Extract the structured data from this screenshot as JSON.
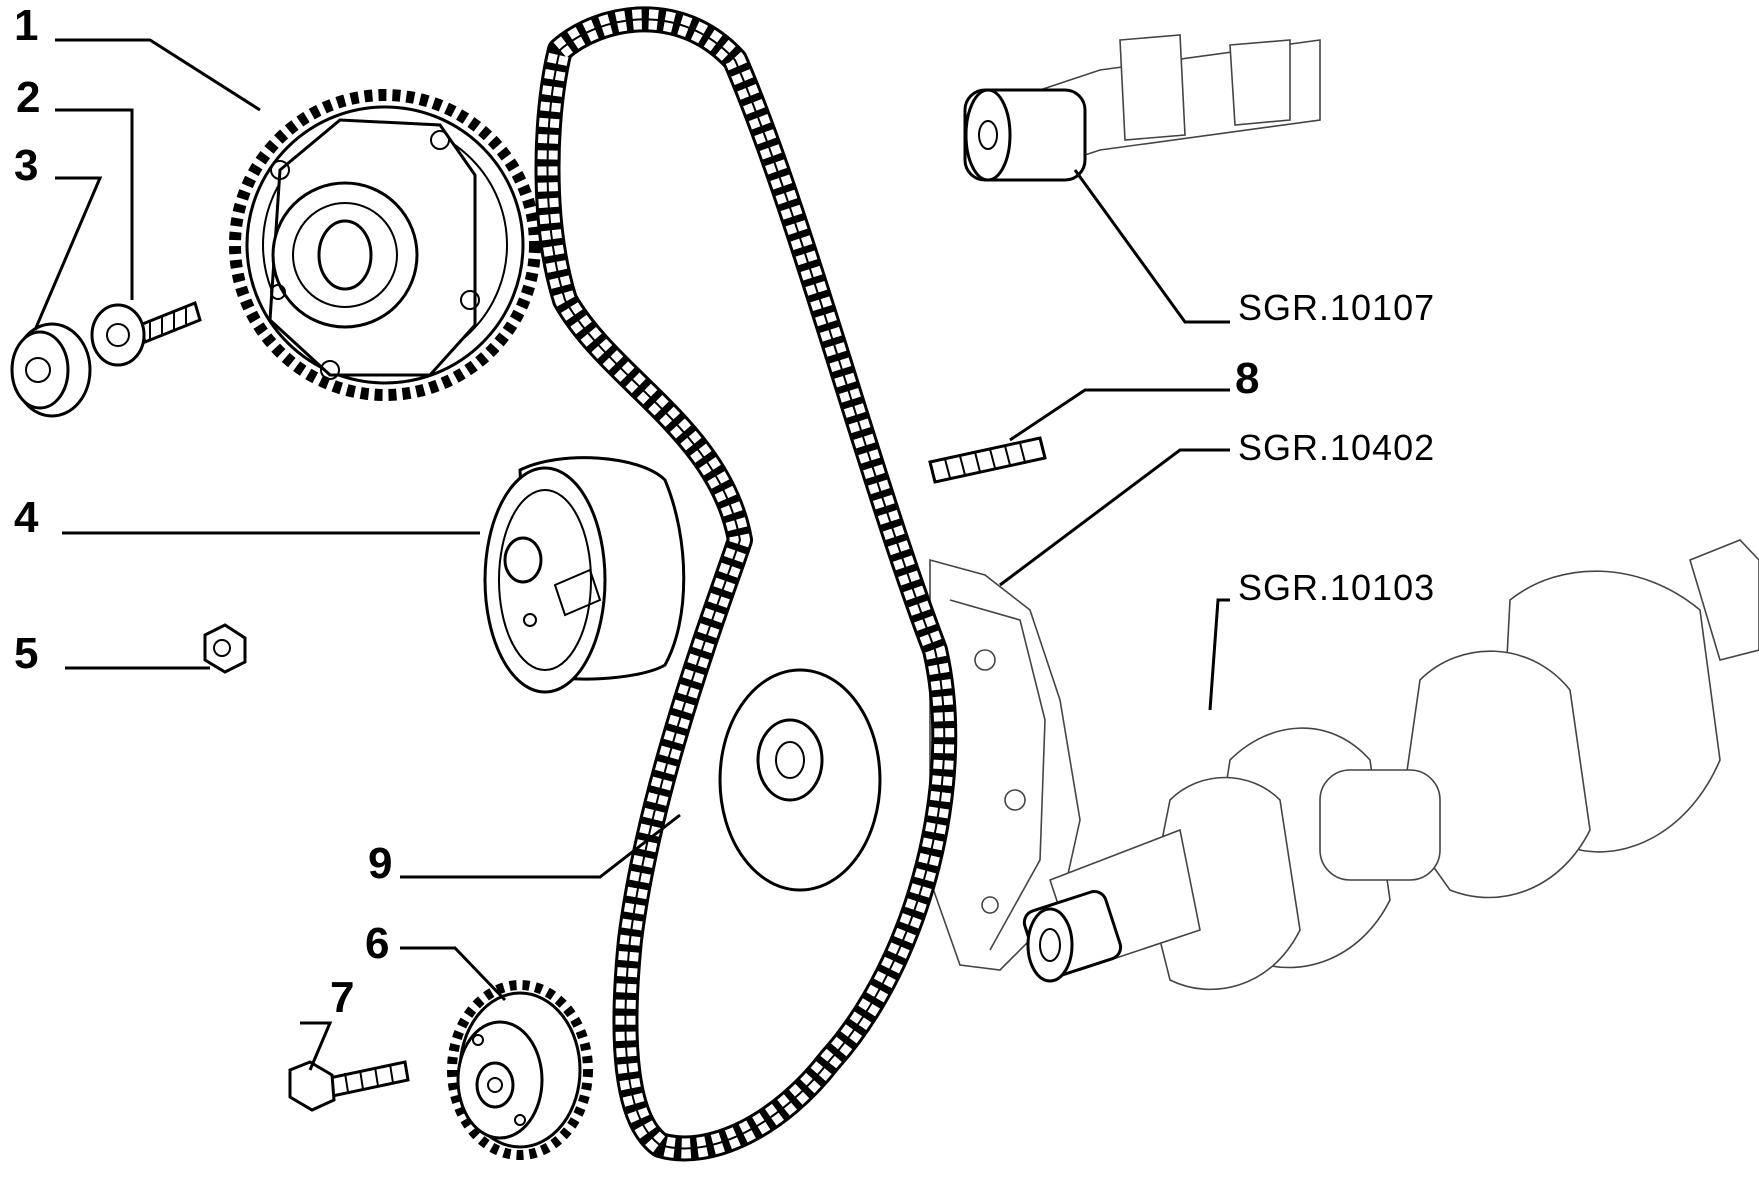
{
  "callouts": {
    "n1": "1",
    "n2": "2",
    "n3": "3",
    "n4": "4",
    "n5": "5",
    "n6": "6",
    "n7": "7",
    "n8": "8",
    "n9": "9"
  },
  "references": {
    "camshaft": "SGR.10107",
    "cover": "SGR.10402",
    "crankshaft": "SGR.10103"
  }
}
